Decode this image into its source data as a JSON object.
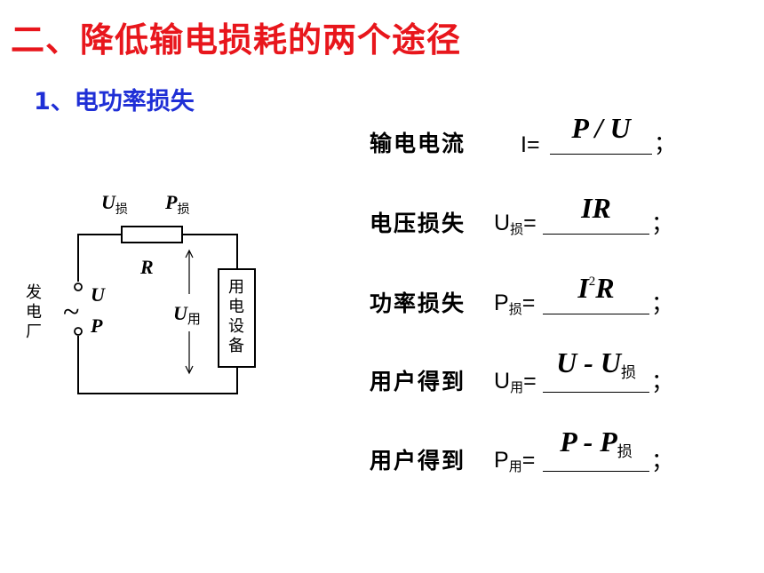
{
  "title": "二、降低输电损耗的两个途径",
  "subtitle": "1、电功率损失",
  "circuit": {
    "u_loss_main": "U",
    "u_loss_sub": "损",
    "p_loss_main": "P",
    "p_loss_sub": "损",
    "resistor_label": "R",
    "generator_label": [
      "发",
      "电",
      "厂"
    ],
    "tilde": "~",
    "u_label": "U",
    "p_label": "P",
    "u_user_main": "U",
    "u_user_sub": "用",
    "device_label": [
      "用",
      "电",
      "设",
      "备"
    ]
  },
  "rows": [
    {
      "label": "输电电流",
      "var_main": "I=",
      "var_sub": "",
      "answer_main": "P / U",
      "answer_sup": "",
      "answer_after": "",
      "answer_sub": ""
    },
    {
      "label": "电压损失",
      "var_main": "U",
      "var_sub": "损",
      "var_eq": "=",
      "answer_main": "IR",
      "answer_sup": "",
      "answer_after": "",
      "answer_sub": ""
    },
    {
      "label": "功率损失",
      "var_main": "P",
      "var_sub": "损",
      "var_eq": "=",
      "answer_main": "I",
      "answer_sup": "2",
      "answer_after": "R",
      "answer_sub": ""
    },
    {
      "label": "用户得到",
      "var_main": "U",
      "var_sub": "用",
      "var_eq": "=",
      "answer_main": "U - U",
      "answer_sup": "",
      "answer_after": "",
      "answer_sub": "损"
    },
    {
      "label": "用户得到",
      "var_main": "P",
      "var_sub": "用",
      "var_eq": "=",
      "answer_main": "P - P",
      "answer_sup": "",
      "answer_after": "",
      "answer_sub": "损"
    }
  ],
  "semicolon": "；"
}
